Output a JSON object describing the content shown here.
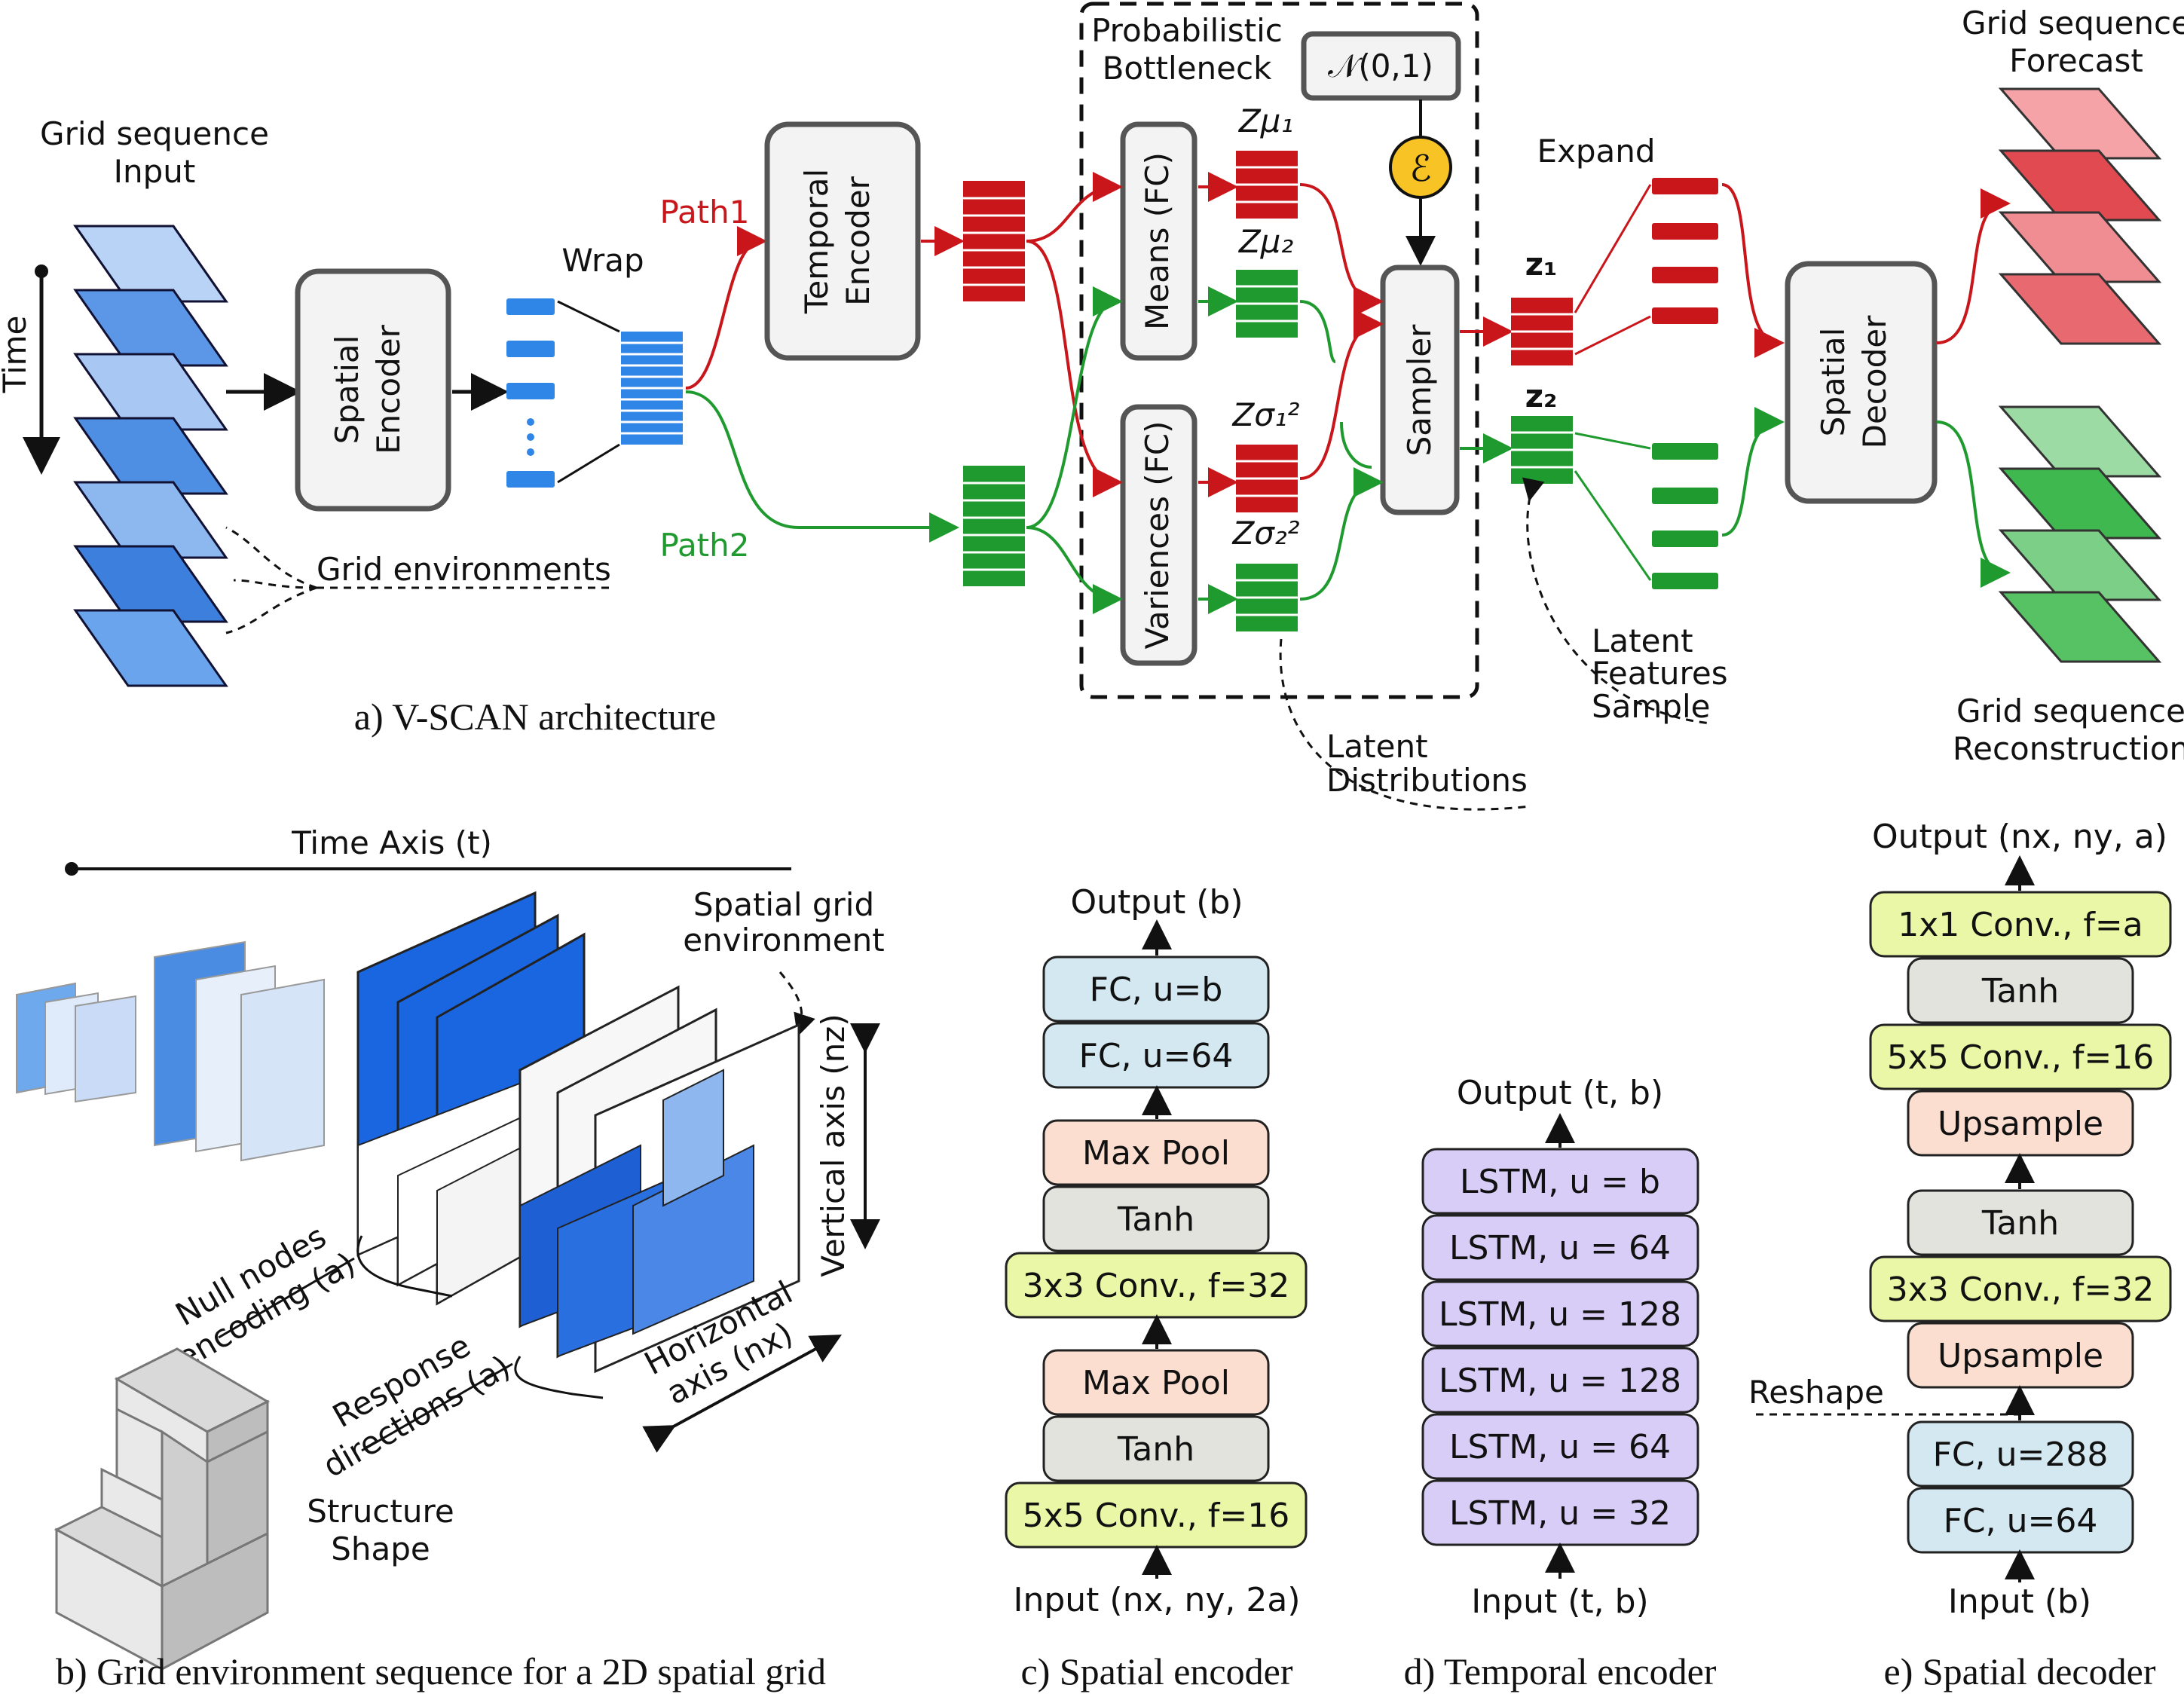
{
  "panel_a": {
    "caption": "a) V-SCAN architecture",
    "input_label": [
      "Grid sequence",
      "Input"
    ],
    "time_label": "Time",
    "spatial_encoder": [
      "Spatial",
      "Encoder"
    ],
    "wrap_label": "Wrap",
    "path1_label": "Path1",
    "path2_label": "Path2",
    "temporal_encoder": [
      "Temporal",
      "Encoder"
    ],
    "bottleneck_title": [
      "Probabilistic",
      "Bottleneck"
    ],
    "normal_dist": "𝒩(0,1)",
    "epsilon": "ℰ",
    "means_fc": "Means (FC)",
    "variances_fc": "Variences (FC)",
    "z_mu1": "Zμ₁",
    "z_mu2": "Zμ₂",
    "z_sigma1": "Zσ₁²",
    "z_sigma2": "Zσ₂²",
    "sampler": "Sampler",
    "z1": "z₁",
    "z2": "z₂",
    "expand_label": "Expand",
    "spatial_decoder": [
      "Spatial",
      "Decoder"
    ],
    "forecast_label": [
      "Grid sequence",
      "Forecast"
    ],
    "reconstruction_label": [
      "Grid sequence",
      "Reconstruction"
    ],
    "grid_env_label": "Grid environments",
    "latent_features": [
      "Latent",
      "Features",
      "Sample"
    ],
    "latent_dist": [
      "Latent",
      "Distributions"
    ]
  },
  "panel_b": {
    "caption": "b) Grid environment sequence for a 2D spatial grid",
    "time_axis": "Time Axis (t)",
    "spatial_grid_env": [
      "Spatial grid",
      "environment"
    ],
    "vertical_axis": "Vertical axis (nz)",
    "horizontal_axis": [
      "Horizontal",
      "axis (nx)"
    ],
    "null_nodes": [
      "Null nodes",
      "encoding (a)"
    ],
    "response_dirs": [
      "Response",
      "directions (a)"
    ],
    "structure_shape": [
      "Structure",
      "Shape"
    ]
  },
  "panel_c": {
    "caption": "c) Spatial encoder",
    "output": "Output (b)",
    "input": "Input (nx, ny, 2a)",
    "layers": [
      "FC, u=b",
      "FC, u=64",
      "Max Pool",
      "Tanh",
      "3x3 Conv., f=32",
      "Max Pool",
      "Tanh",
      "5x5 Conv., f=16"
    ]
  },
  "panel_d": {
    "caption": "d) Temporal encoder",
    "output": "Output (t, b)",
    "input": "Input (t, b)",
    "layers": [
      "LSTM, u = b",
      "LSTM, u = 64",
      "LSTM, u = 128",
      "LSTM, u = 128",
      "LSTM, u = 64",
      "LSTM, u = 32"
    ]
  },
  "panel_e": {
    "caption": "e) Spatial decoder",
    "output": "Output (nx, ny, a)",
    "input": "Input (b)",
    "reshape": "Reshape",
    "layers": [
      "1x1 Conv., f=a",
      "Tanh",
      "5x5 Conv., f=16",
      "Upsample",
      "Tanh",
      "3x3 Conv., f=32",
      "Upsample",
      "FC, u=288",
      "FC, u=64"
    ]
  },
  "colors": {
    "red": "#c8161b",
    "green": "#1f9a2e",
    "blue": "#2f86e6",
    "lstm": "#d8cdf7",
    "fc": "#d3e8f0",
    "pool": "#fbded0",
    "tanh": "#e3e3dd",
    "conv": "#eaf7a6"
  }
}
